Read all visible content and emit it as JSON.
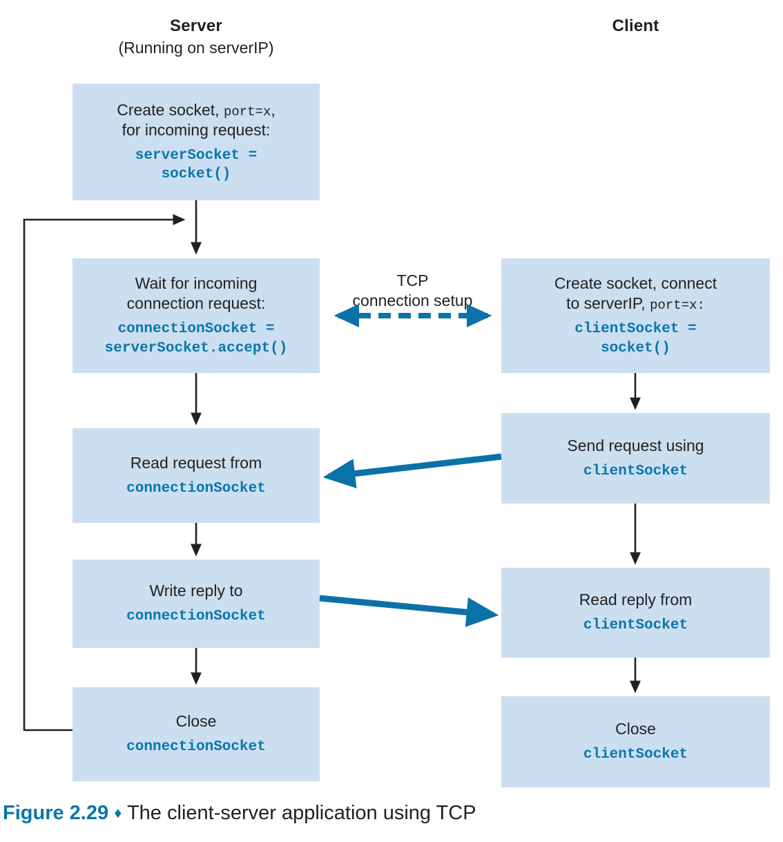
{
  "figure": {
    "number": "Figure 2.29",
    "diamond": "♦",
    "caption": "The client-server application using TCP"
  },
  "columns": {
    "server": {
      "title": "Server",
      "subtitle": "(Running on serverIP)"
    },
    "client": {
      "title": "Client",
      "subtitle": ""
    }
  },
  "annotations": {
    "tcp_setup_line1": "TCP",
    "tcp_setup_line2": "connection setup"
  },
  "server_steps": [
    {
      "id": "create-server-socket",
      "plain_line1": "Create  socket,",
      "mono_inline1": "port=x",
      "plain_line1_tail": ",",
      "plain_line2": "for incoming request:",
      "mono_line1": "serverSocket =",
      "mono_line2": "socket()"
    },
    {
      "id": "wait-for-connection",
      "plain_line1": "Wait for incoming",
      "plain_line2": "connection request:",
      "mono_line1": "connectionSocket =",
      "mono_line2": "serverSocket.accept()"
    },
    {
      "id": "read-request",
      "plain_line1": "Read request from",
      "mono_line1": "connectionSocket"
    },
    {
      "id": "write-reply",
      "plain_line1": "Write reply to",
      "mono_line1": "connectionSocket"
    },
    {
      "id": "close-connection-socket",
      "plain_line1": "Close",
      "mono_line1": "connectionSocket"
    }
  ],
  "client_steps": [
    {
      "id": "create-client-socket",
      "plain_line1": "Create socket, connect",
      "plain_line2a": "to serverIP,",
      "mono_inline2": "port=x:",
      "mono_line1": "clientSocket =",
      "mono_line2": "socket()"
    },
    {
      "id": "send-request",
      "plain_line1": "Send request using",
      "mono_line1": "clientSocket"
    },
    {
      "id": "read-reply",
      "plain_line1": "Read reply from",
      "mono_line1": "clientSocket"
    },
    {
      "id": "close-client-socket",
      "plain_line1": "Close",
      "mono_line1": "clientSocket"
    }
  ],
  "colors": {
    "box_fill": "#cbdff0",
    "code_blue": "#0b76ab",
    "arrow_blue": "#0b72a8",
    "text_black": "#231f20",
    "thin_arrow": "#231f20"
  },
  "flow": {
    "data_arrows": [
      {
        "id": "request-arrow",
        "from": "send-request",
        "to": "read-request",
        "direction": "right-to-left"
      },
      {
        "id": "reply-arrow",
        "from": "write-reply",
        "to": "read-reply",
        "direction": "left-to-right"
      }
    ],
    "dashed_arrow": {
      "id": "tcp-setup-arrow",
      "direction": "bidirectional"
    },
    "loop_back": {
      "id": "server-loop-back",
      "from": "close-connection-socket",
      "to": "wait-for-connection"
    }
  }
}
